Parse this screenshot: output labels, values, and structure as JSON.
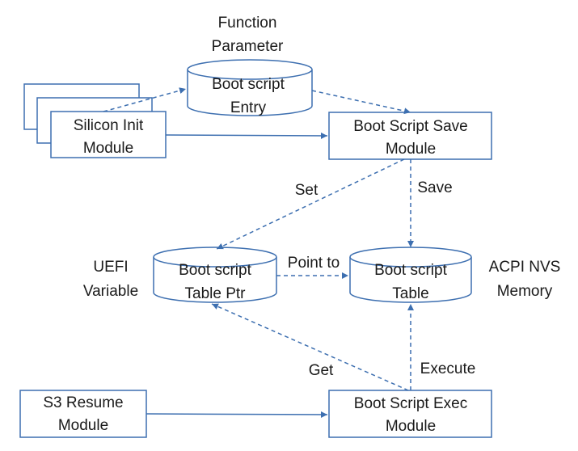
{
  "nodes": {
    "function_parameter": [
      "Function",
      "Parameter"
    ],
    "boot_script_entry": [
      "Boot script",
      "Entry"
    ],
    "silicon_init": [
      "Silicon Init",
      "Module"
    ],
    "boot_script_save": [
      "Boot Script Save",
      "Module"
    ],
    "uefi_variable": [
      "UEFI",
      "Variable"
    ],
    "boot_script_table_ptr": [
      "Boot script",
      "Table Ptr"
    ],
    "boot_script_table": [
      "Boot script",
      "Table"
    ],
    "acpi_nvs_memory": [
      "ACPI NVS",
      "Memory"
    ],
    "s3_resume": [
      "S3 Resume",
      "Module"
    ],
    "boot_script_exec": [
      "Boot Script Exec",
      "Module"
    ]
  },
  "edges": {
    "set": "Set",
    "save": "Save",
    "point_to": "Point to",
    "get": "Get",
    "execute": "Execute"
  },
  "colors": {
    "line": "#3d6fb0",
    "text": "#1a1a1a"
  }
}
